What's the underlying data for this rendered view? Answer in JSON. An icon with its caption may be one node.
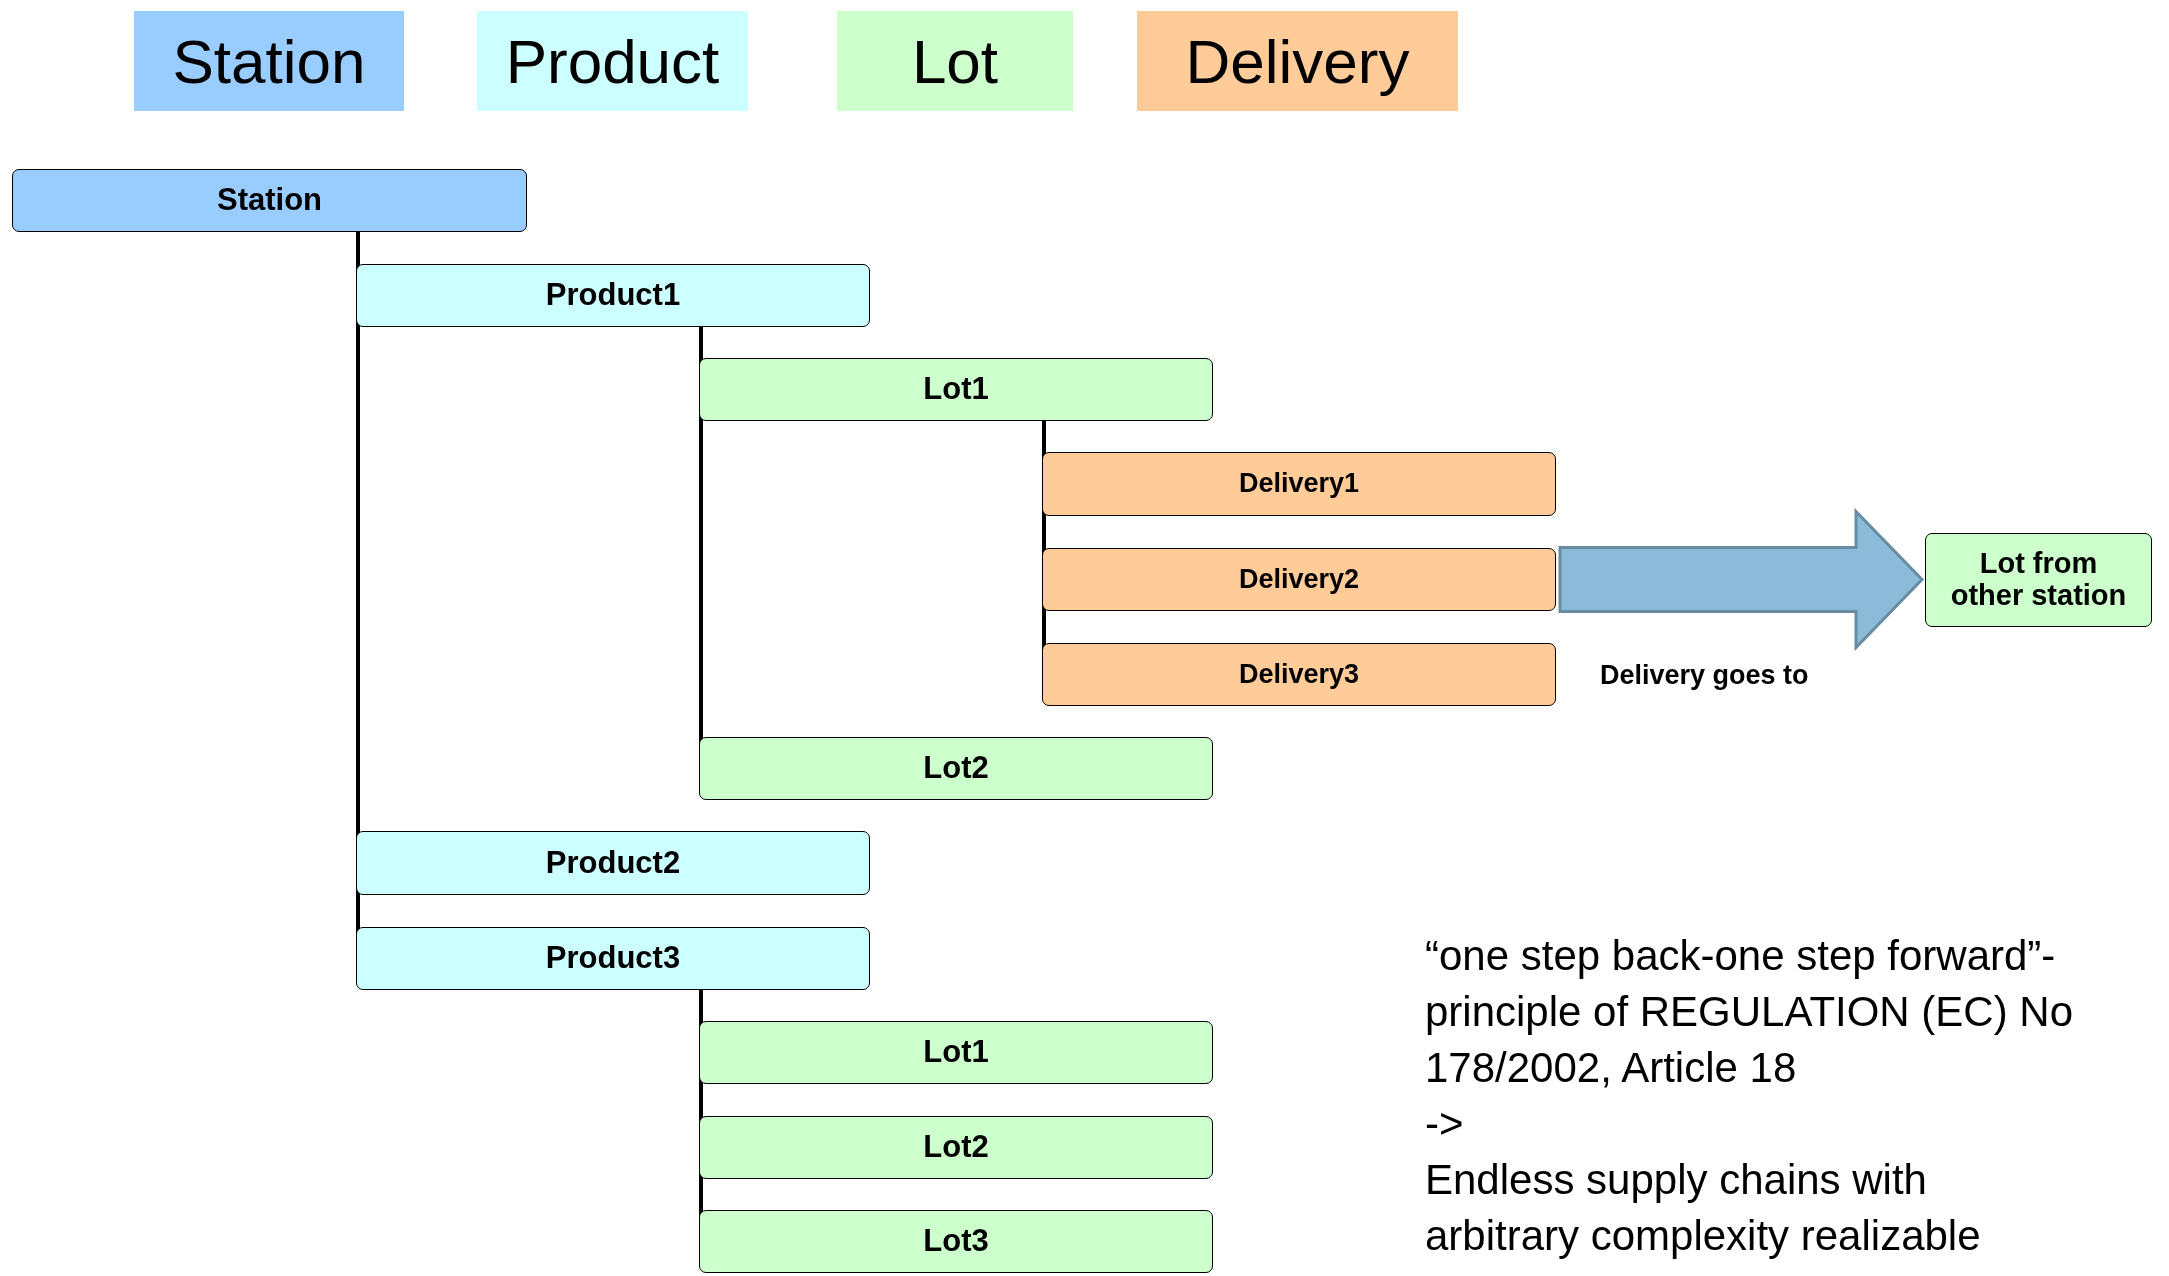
{
  "diagram": {
    "nodes": [
      {
        "text": [
          "Station"
        ]
      },
      {
        "text": [
          "Product1"
        ]
      },
      {
        "text": [
          "Lot1"
        ]
      },
      {
        "text": [
          "Delivery1"
        ]
      },
      {
        "text": [
          "Delivery2"
        ]
      },
      {
        "text": [
          "Delivery3"
        ]
      },
      {
        "text": [
          "Lot2"
        ]
      },
      {
        "text": [
          "Product2"
        ]
      },
      {
        "text": [
          "Product3"
        ]
      },
      {
        "text": [
          "Lot1"
        ]
      },
      {
        "text": [
          "Lot2"
        ]
      },
      {
        "text": [
          "Lot3"
        ]
      },
      {
        "text": [
          "Lot from other station"
        ]
      }
    ],
    "edges": [
      {
        "from": 0,
        "to": 1,
        "arrow": "none"
      },
      {
        "from": 1,
        "to": 2,
        "arrow": "none"
      },
      {
        "from": 2,
        "to": 3,
        "arrow": "none"
      },
      {
        "from": 2,
        "to": 4,
        "arrow": "none"
      },
      {
        "from": 2,
        "to": 5,
        "arrow": "none"
      },
      {
        "from": 1,
        "to": 6,
        "arrow": "none"
      },
      {
        "from": 0,
        "to": 7,
        "arrow": "none"
      },
      {
        "from": 0,
        "to": 8,
        "arrow": "none"
      },
      {
        "from": 8,
        "to": 9,
        "arrow": "none"
      },
      {
        "from": 8,
        "to": 10,
        "arrow": "none"
      },
      {
        "from": 8,
        "to": 11,
        "arrow": "none"
      },
      {
        "from": 4,
        "to": 12,
        "arrow": "to",
        "label": "Delivery goes to",
        "style": "thick",
        "color": "#8bbbd9"
      }
    ],
    "labels": [
      "“one step back-one step forward”-principle of REGULATION (EC) No 178/2002, Article 18",
      "->",
      "Endless supply chains with arbitrary complexity realizable"
    ],
    "legend": [
      {
        "text": "Station",
        "color": "#99ccff"
      },
      {
        "text": "Product",
        "color": "#ccffff"
      },
      {
        "text": "Lot",
        "color": "#ccffcc"
      },
      {
        "text": "Delivery",
        "color": "#ffcc99"
      }
    ]
  }
}
